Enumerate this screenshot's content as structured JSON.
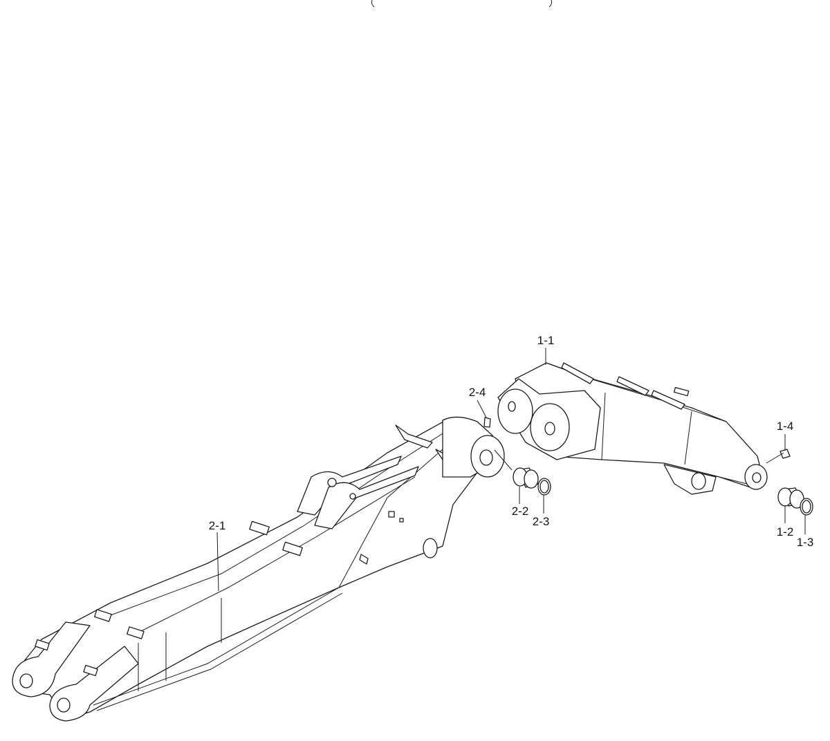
{
  "diagram": {
    "callouts": {
      "p1_1": "1-1",
      "p1_2": "1-2",
      "p1_3": "1-3",
      "p1_4": "1-4",
      "p2_1": "2-1",
      "p2_2": "2-2",
      "p2_3": "2-3",
      "p2_4": "2-4"
    },
    "colors": {
      "line": "#1a1a1a",
      "background": "#ffffff"
    }
  }
}
